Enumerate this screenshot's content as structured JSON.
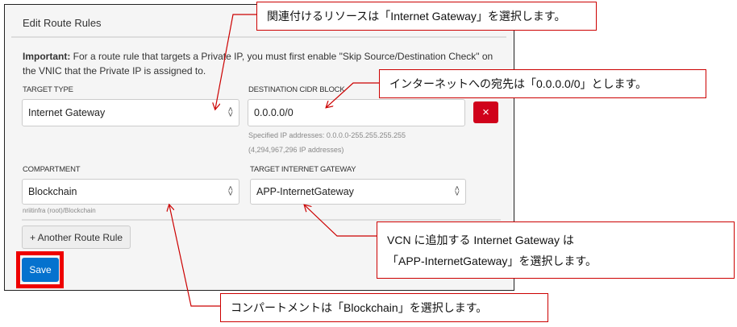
{
  "dialog": {
    "title": "Edit Route Rules",
    "important_label": "Important:",
    "important_text": " For a route rule that targets a Private IP, you must first enable \"Skip Source/Destination Check\" on the VNIC that the Private IP is assigned to.",
    "target_type": {
      "label": "TARGET TYPE",
      "value": "Internet Gateway"
    },
    "destination": {
      "label": "DESTINATION CIDR BLOCK",
      "value": "0.0.0.0/0",
      "help1": "Specified IP addresses: 0.0.0.0-255.255.255.255",
      "help2": "(4,294,967,296 IP addresses)"
    },
    "remove_label": "×",
    "compartment": {
      "label": "COMPARTMENT",
      "value": "Blockchain",
      "path": "nriitinfra (root)/Blockchain"
    },
    "gateway": {
      "label": "TARGET INTERNET GATEWAY",
      "value": "APP-InternetGateway"
    },
    "add_rule_label": "+ Another Route Rule",
    "save_label": "Save"
  },
  "callouts": {
    "c1": "関連付けるリソースは「Internet Gateway」を選択します。",
    "c2": "インターネットへの宛先は「0.0.0.0/0」とします。",
    "c3_line1": "VCN に追加する Internet Gateway は",
    "c3_line2": "「APP-InternetGateway」を選択します。",
    "c4": "コンパートメントは「Blockchain」を選択します。"
  },
  "colors": {
    "accent": "#0572ce",
    "danger": "#d0021b",
    "annotation": "#cc0000"
  }
}
